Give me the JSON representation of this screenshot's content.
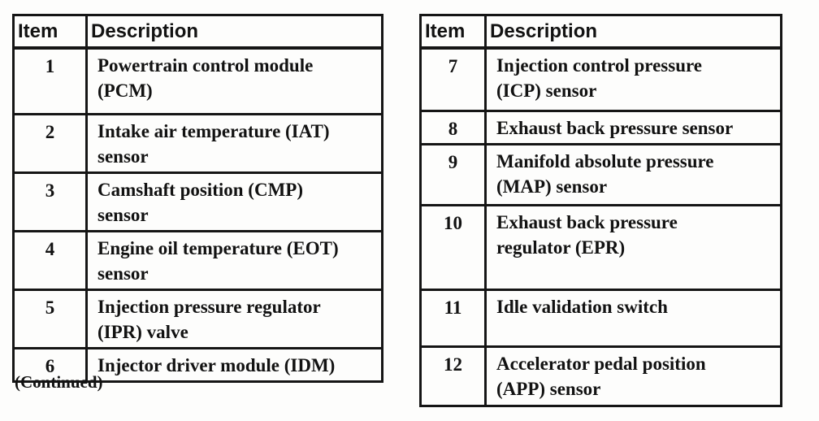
{
  "page": {
    "background": "#fdfdfc",
    "ink_color": "#121212",
    "border_color": "#151515"
  },
  "continued_note": "(Continued)",
  "left_table": {
    "headers": {
      "item": "Item",
      "description": "Description"
    },
    "rows": [
      {
        "item": "1",
        "description": "Powertrain control module\n(PCM)"
      },
      {
        "item": "2",
        "description": "Intake air temperature (IAT)\nsensor"
      },
      {
        "item": "3",
        "description": "Camshaft position (CMP)\nsensor"
      },
      {
        "item": "4",
        "description": "Engine oil temperature (EOT)\nsensor"
      },
      {
        "item": "5",
        "description": "Injection pressure regulator\n(IPR) valve"
      },
      {
        "item": "6",
        "description": "Injector driver module (IDM)"
      }
    ]
  },
  "right_table": {
    "headers": {
      "item": "Item",
      "description": "Description"
    },
    "rows": [
      {
        "item": "7",
        "description": "Injection control pressure\n(ICP) sensor"
      },
      {
        "item": "8",
        "description": "Exhaust back pressure sensor"
      },
      {
        "item": "9",
        "description": "Manifold absolute pressure\n(MAP) sensor"
      },
      {
        "item": "10",
        "description": "Exhaust back pressure\nregulator (EPR)"
      },
      {
        "item": "11",
        "description": "Idle validation switch"
      },
      {
        "item": "12",
        "description": "Accelerator pedal position\n(APP) sensor"
      }
    ]
  }
}
